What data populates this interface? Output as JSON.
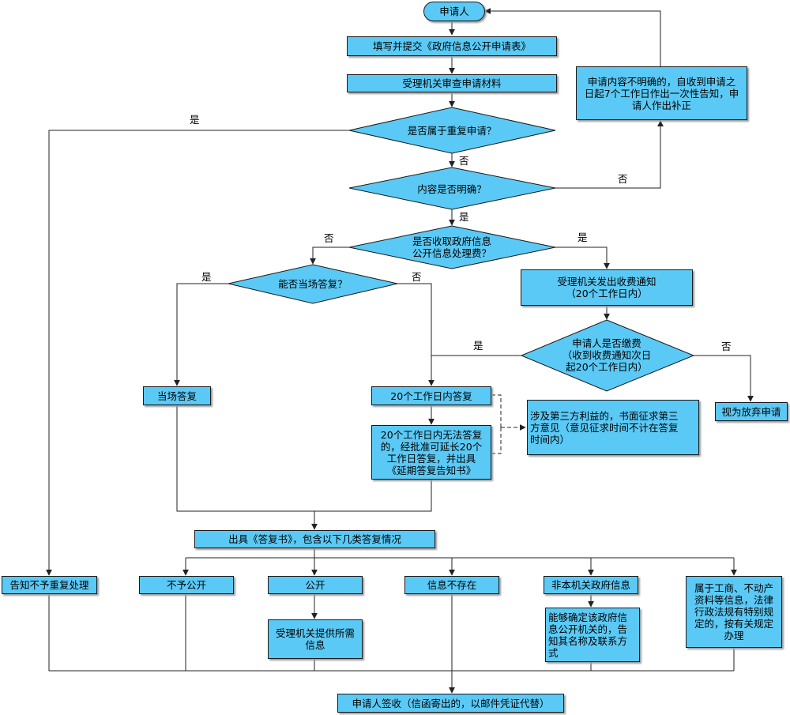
{
  "colors": {
    "fill": "#5bc9f5",
    "stroke": "#1a1a1a",
    "line": "#222222"
  },
  "nodes": {
    "start": "申请人",
    "fill_form": "填写并提交《政府信息公开申请表》",
    "review": "受理机关审查申请材料",
    "q_repeat": "是否属于重复申请？",
    "q_clear": "内容是否明确？",
    "q_fee": "是否收取政府信息\n公开信息处理费？",
    "q_immediate": "能否当场答复？",
    "fee_notice": "受理机关发出收费通知\n（20个工作日内）",
    "q_paid": "申请人是否缴费\n（收到收费通知次日\n起20个工作日内）",
    "abandon": "视为放弃申请",
    "immediate_reply": "当场答复",
    "reply_20": "20个工作日内答复",
    "extend": "20个工作日内无法答复\n的，经批准可延长20个\n工作日答复，并出具\n《延期答复告知书》",
    "third_party": "涉及第三方利益的，书面征求第三\n方意见（意见征求时间不计在答复\n时间内）",
    "supplement": "申请内容不明确的，自收到申请之\n日起7个工作日作出一次性告知，申\n请人作出补正",
    "reply_doc": "出具《答复书》，包含以下几类答复情况",
    "no_repeat": "告知不予重复处理",
    "not_public": "不予公开",
    "public": "公开",
    "provide_info": "受理机关提供所需\n信息",
    "not_exist": "信息不存在",
    "not_our": "非本机关政府信息",
    "other_agency": "能够确定该政府信\n息公开机关的，告\n知其名称及联系方\n式",
    "special": "属于工商、不动产\n资料等信息，法律\n行政法规有特别规\n定的，按有关规定\n办理",
    "sign": "申请人签收（信函寄出的，以邮件凭证代替）"
  },
  "labels": {
    "yes": "是",
    "no": "否"
  }
}
